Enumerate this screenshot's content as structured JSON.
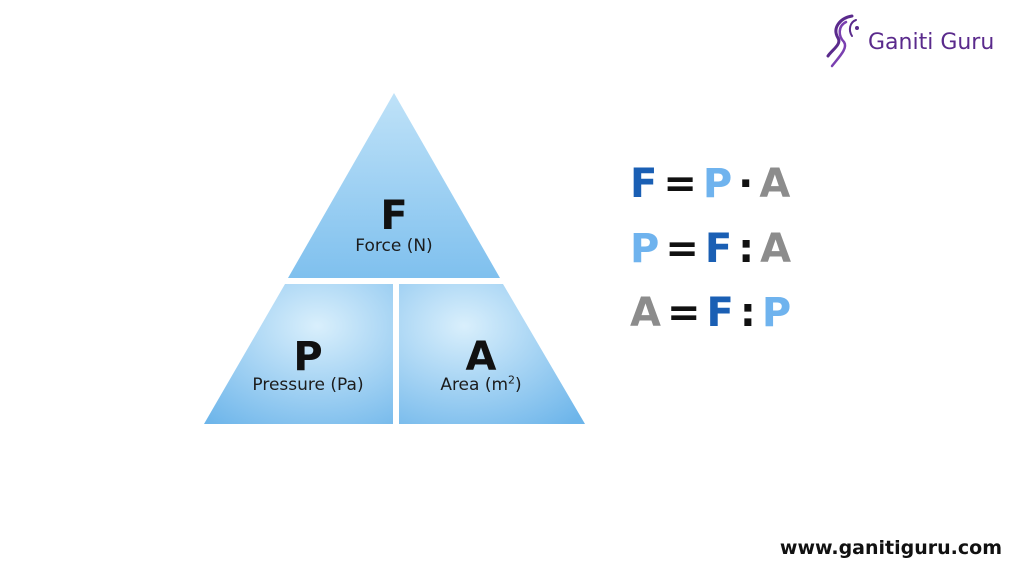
{
  "brand": {
    "name": "Ganiti Guru",
    "website": "www.ganitiguru.com",
    "color": "#5a2a8c"
  },
  "triangle": {
    "top": {
      "symbol": "F",
      "label": "Force (N)"
    },
    "bottom_left": {
      "symbol": "P",
      "label": "Pressure (Pa)"
    },
    "bottom_right": {
      "symbol": "A",
      "label_main": "Area (m",
      "label_sup": "2",
      "label_close": ")"
    },
    "fill_color_light": "#d6edfb",
    "fill_color_dark": "#6eb6ea"
  },
  "formulas": [
    {
      "lhs": "F",
      "eq": "=",
      "a": "P",
      "op": "·",
      "b": "A"
    },
    {
      "lhs": "P",
      "eq": "=",
      "a": "F",
      "op": ":",
      "b": "A"
    },
    {
      "lhs": "A",
      "eq": "=",
      "a": "F",
      "op": ":",
      "b": "P"
    }
  ],
  "colors": {
    "F": "#1a5fb4",
    "P": "#6fb3ee",
    "A": "#8c8c8c",
    "operator": "#111111"
  }
}
